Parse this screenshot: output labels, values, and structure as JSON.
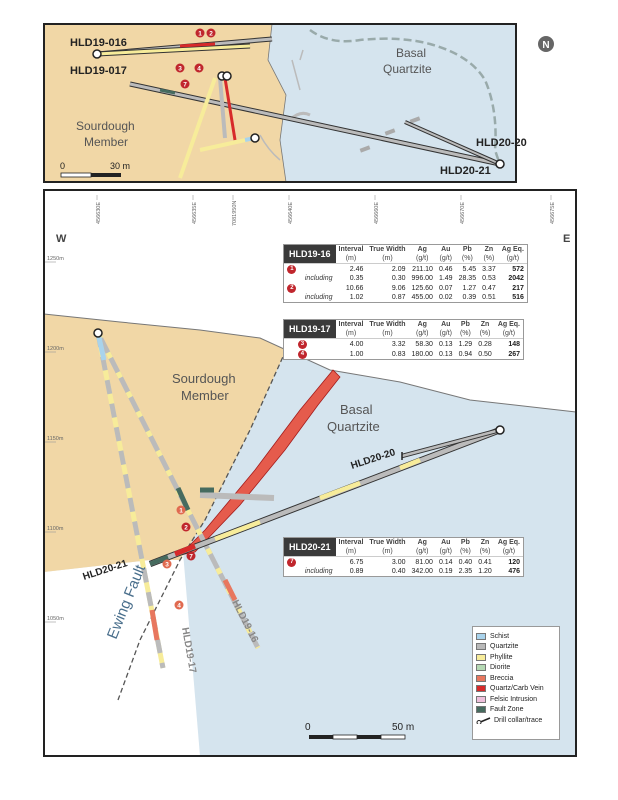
{
  "top_map": {
    "hole_labels": [
      "HLD19-016",
      "HLD19-017",
      "HLD20-20",
      "HLD20-21"
    ],
    "region_labels": {
      "sourdough": [
        "Sourdough",
        "Member"
      ],
      "basal": [
        "Basal",
        "Quartzite"
      ]
    },
    "scale": {
      "zero": "0",
      "end": "30 m"
    },
    "markers": [
      "1",
      "2",
      "3",
      "4",
      "7"
    ]
  },
  "section": {
    "west": "W",
    "east": "E",
    "eastings": [
      "456630E",
      "456635E",
      "7081950N",
      "456640E",
      "456660E",
      "456670E",
      "456675E"
    ],
    "elevations": [
      "1250m",
      "1200m",
      "1150m",
      "1100m",
      "1050m"
    ],
    "region_labels": {
      "sourdough": [
        "Sourdough",
        "Member"
      ],
      "basal": [
        "Basal",
        "Quartzite"
      ]
    },
    "fault_label": "Ewing Fault",
    "hole_labels": [
      "HLD20-20",
      "HLD20-21",
      "HLD19-16",
      "HLD19-17"
    ],
    "markers": [
      "1",
      "2",
      "3",
      "4",
      "7"
    ],
    "scale": {
      "zero": "0",
      "end": "50 m"
    }
  },
  "table_headers": [
    {
      "top": "Interval",
      "bot": "(m)"
    },
    {
      "top": "True Width",
      "bot": "(m)"
    },
    {
      "top": "Ag",
      "bot": "(g/t)"
    },
    {
      "top": "Au",
      "bot": "(g/t)"
    },
    {
      "top": "Pb",
      "bot": "(%)"
    },
    {
      "top": "Zn",
      "bot": "(%)"
    },
    {
      "top": "Ag Eq.",
      "bot": "(g/t)"
    }
  ],
  "tables": [
    {
      "hole": "HLD19-16",
      "rows": [
        {
          "marker": "1",
          "label": "",
          "values": [
            "2.46",
            "2.09",
            "211.10",
            "0.46",
            "5.45",
            "3.37",
            "572"
          ]
        },
        {
          "marker": "",
          "label": "including",
          "values": [
            "0.35",
            "0.30",
            "996.00",
            "1.49",
            "28.35",
            "0.53",
            "2042"
          ]
        },
        {
          "marker": "2",
          "label": "",
          "values": [
            "10.66",
            "9.06",
            "125.60",
            "0.07",
            "1.27",
            "0.47",
            "217"
          ]
        },
        {
          "marker": "",
          "label": "including",
          "values": [
            "1.02",
            "0.87",
            "455.00",
            "0.02",
            "0.39",
            "0.51",
            "516"
          ]
        }
      ]
    },
    {
      "hole": "HLD19-17",
      "rows": [
        {
          "marker": "3",
          "label": "",
          "values": [
            "4.00",
            "3.32",
            "58.30",
            "0.13",
            "1.29",
            "0.28",
            "148"
          ]
        },
        {
          "marker": "4",
          "label": "",
          "values": [
            "1.00",
            "0.83",
            "180.00",
            "0.13",
            "0.94",
            "0.50",
            "267"
          ]
        }
      ]
    },
    {
      "hole": "HLD20-21",
      "rows": [
        {
          "marker": "7",
          "label": "",
          "values": [
            "6.75",
            "3.00",
            "81.00",
            "0.14",
            "0.40",
            "0.41",
            "120"
          ]
        },
        {
          "marker": "",
          "label": "including",
          "values": [
            "0.89",
            "0.40",
            "342.00",
            "0.19",
            "2.35",
            "1.20",
            "476"
          ]
        }
      ]
    }
  ],
  "legend": [
    {
      "label": "Schist",
      "color": "#a9d3ec"
    },
    {
      "label": "Quartzite",
      "color": "#b9b9b9"
    },
    {
      "label": "Phyllite",
      "color": "#f7ec9a"
    },
    {
      "label": "Diorite",
      "color": "#b5d9b4"
    },
    {
      "label": "Breccia",
      "color": "#e8775f"
    },
    {
      "label": "Quartz/Carb Vein",
      "color": "#d72a2a"
    },
    {
      "label": "Felsic Intrusion",
      "color": "#eec0dc"
    },
    {
      "label": "Fault Zone",
      "color": "#466b5f"
    },
    {
      "label": "Drill collar/trace",
      "color": "#222222"
    }
  ],
  "colors": {
    "sourdough": "#f1d7a6",
    "basal": "#d5e4ee",
    "vein": "#e8432f"
  }
}
